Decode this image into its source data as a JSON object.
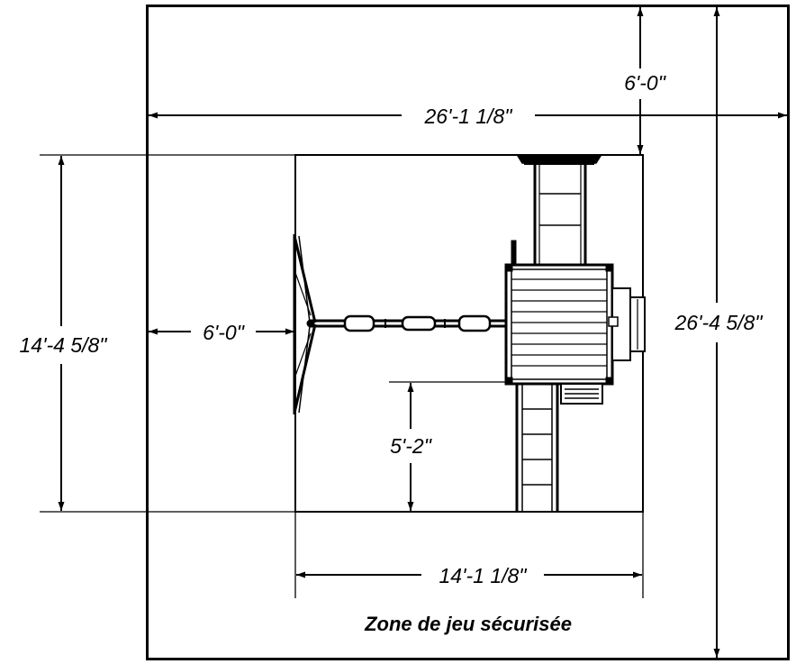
{
  "diagram": {
    "caption": "Zone de jeu sécurisée",
    "dimensions": {
      "top_offset": "6'-0\"",
      "overall_width": "26'-1 1/8\"",
      "overall_height": "26'-4 5/8\"",
      "inner_height": "14'-4 5/8\"",
      "left_offset": "6'-0\"",
      "bottom_gap": "5'-2\"",
      "inner_width": "14'-1 1/8\""
    }
  }
}
